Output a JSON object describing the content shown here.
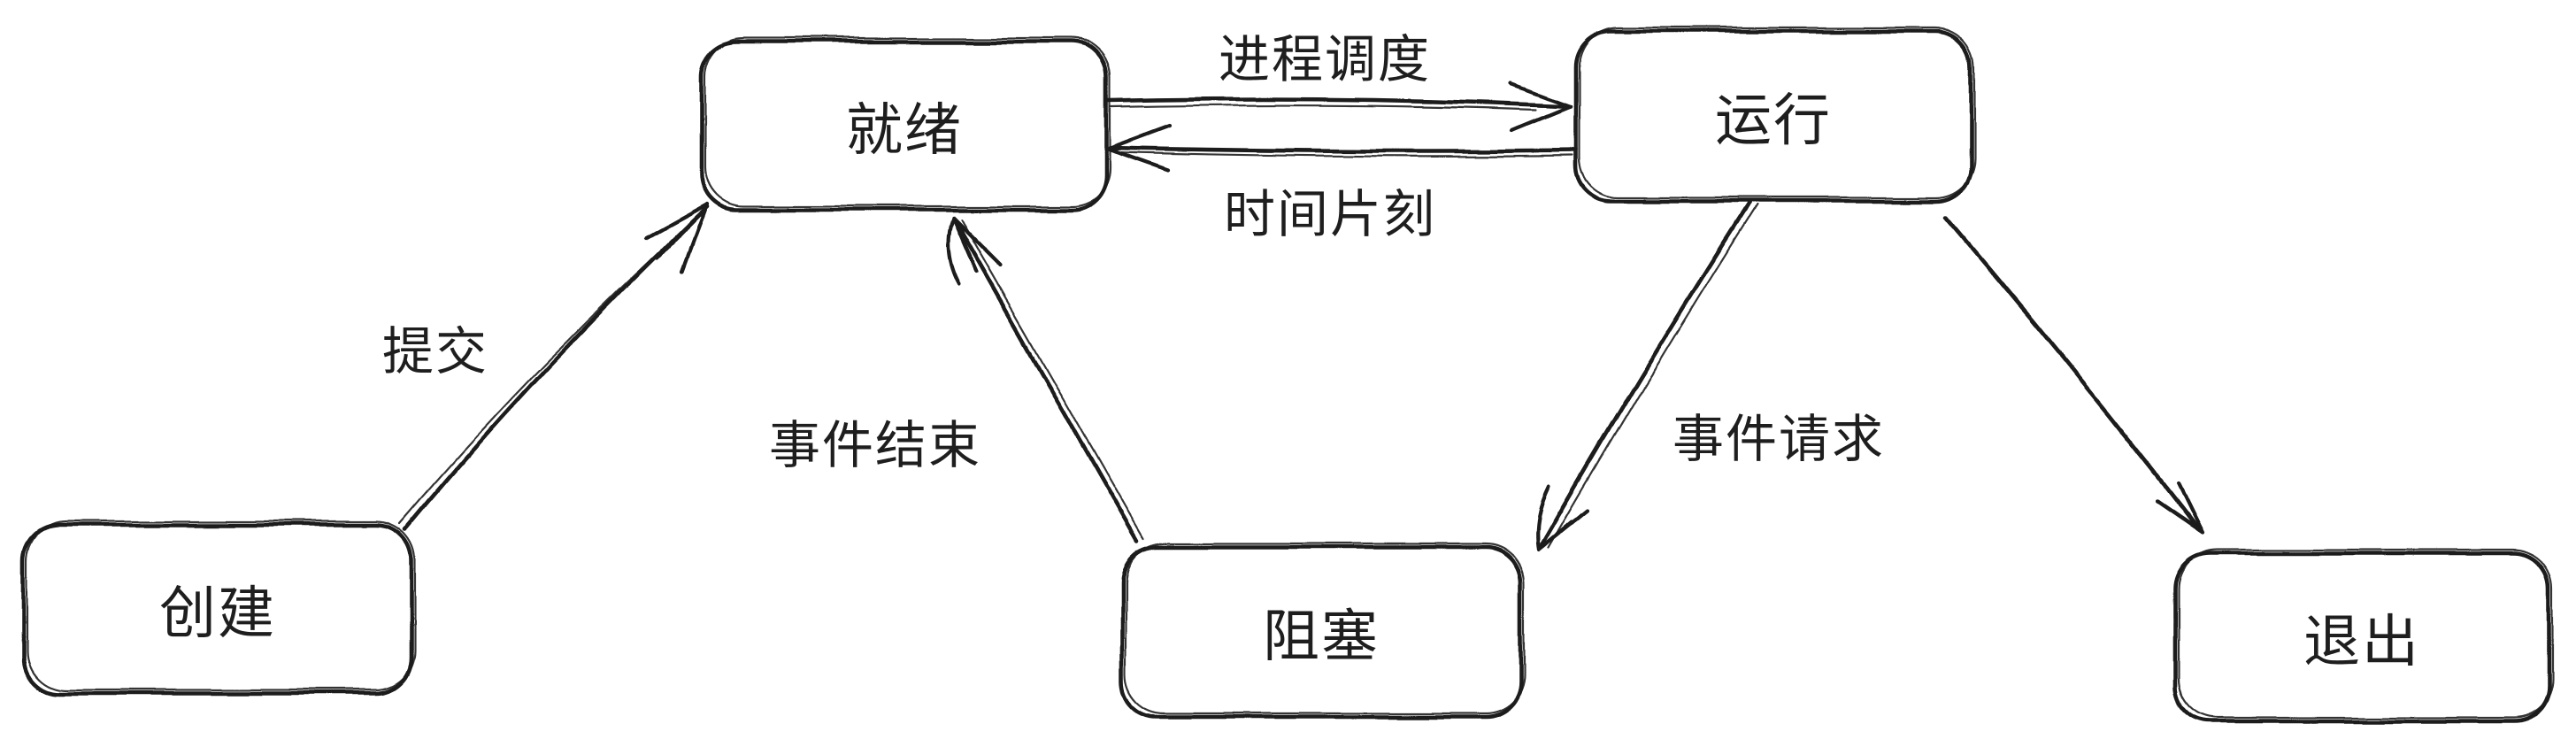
{
  "canvas": {
    "background": "#ffffff",
    "ink_color": "#1e1e1e"
  },
  "diagram": {
    "nodes": [
      {
        "id": "create",
        "label": "创建"
      },
      {
        "id": "ready",
        "label": "就绪"
      },
      {
        "id": "running",
        "label": "运行"
      },
      {
        "id": "blocked",
        "label": "阻塞"
      },
      {
        "id": "exit",
        "label": "退出"
      }
    ],
    "edges": [
      {
        "from": "create",
        "to": "ready",
        "label": "提交"
      },
      {
        "from": "ready",
        "to": "running",
        "label": "进程调度"
      },
      {
        "from": "running",
        "to": "ready",
        "label": "时间片刻"
      },
      {
        "from": "running",
        "to": "blocked",
        "label": "事件请求"
      },
      {
        "from": "blocked",
        "to": "ready",
        "label": "事件结束"
      },
      {
        "from": "running",
        "to": "exit",
        "label": ""
      }
    ]
  }
}
